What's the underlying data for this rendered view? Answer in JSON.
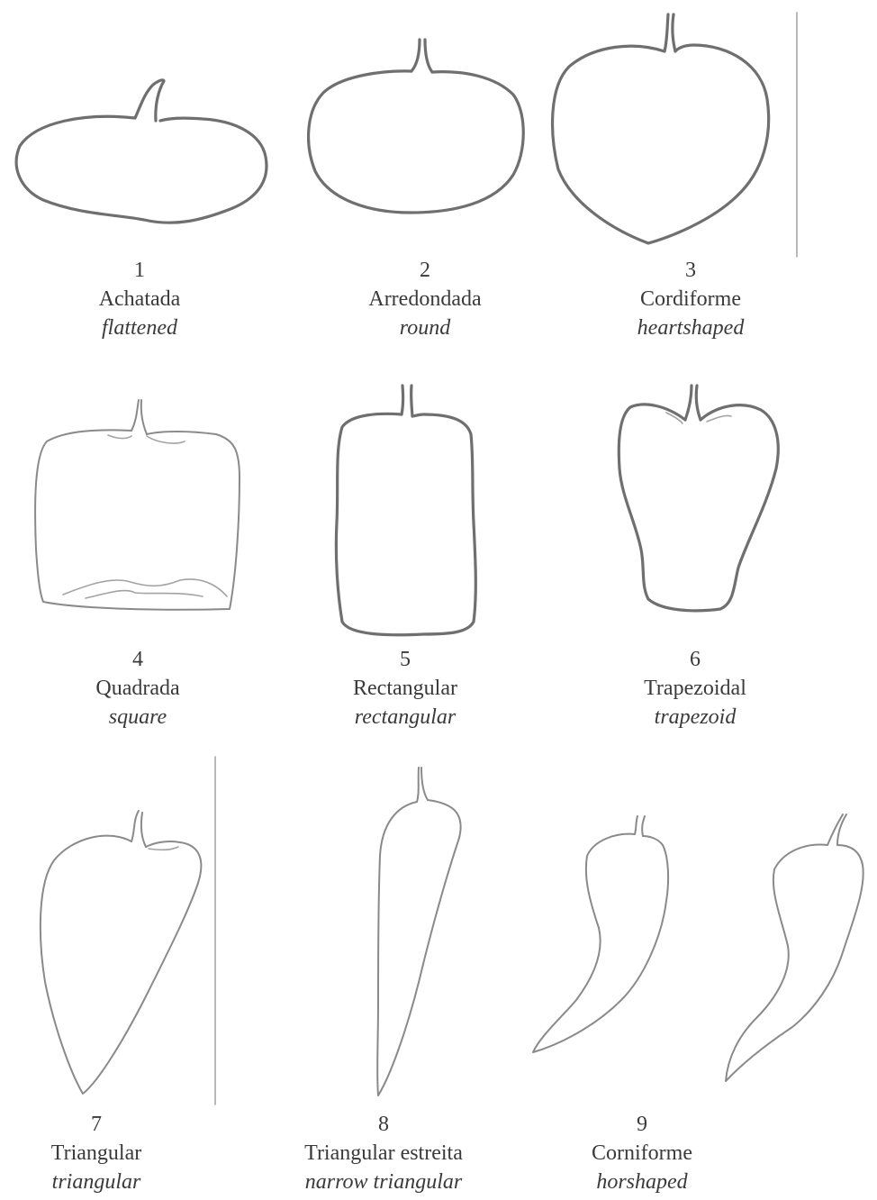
{
  "figure": {
    "items": [
      {
        "number": "1",
        "name_pt": "Achatada",
        "name_en": "flattened"
      },
      {
        "number": "2",
        "name_pt": "Arredondada",
        "name_en": "round"
      },
      {
        "number": "3",
        "name_pt": "Cordiforme",
        "name_en": "heartshaped"
      },
      {
        "number": "4",
        "name_pt": "Quadrada",
        "name_en": "square"
      },
      {
        "number": "5",
        "name_pt": "Rectangular",
        "name_en": "rectangular"
      },
      {
        "number": "6",
        "name_pt": "Trapezoidal",
        "name_en": "trapezoid"
      },
      {
        "number": "7",
        "name_pt": "Triangular",
        "name_en": "triangular"
      },
      {
        "number": "8",
        "name_pt": "Triangular estreita",
        "name_en": "narrow triangular"
      },
      {
        "number": "9",
        "name_pt": "Corniforme",
        "name_en": "horshaped"
      }
    ],
    "colors": {
      "background": "#ffffff",
      "outline": "#6f6f6f",
      "text": "#3a3a3a"
    }
  }
}
